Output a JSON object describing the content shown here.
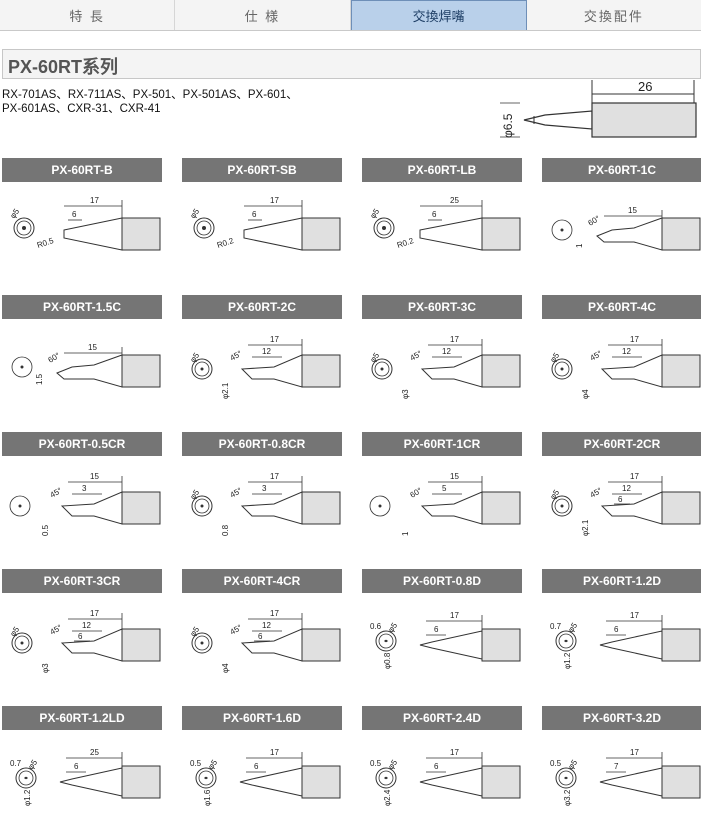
{
  "tabs": [
    {
      "label": "特 長",
      "active": false
    },
    {
      "label": "仕 様",
      "active": false
    },
    {
      "label": "交換焊嘴",
      "active": true
    },
    {
      "label": "交換配件",
      "active": false
    }
  ],
  "series_title": "PX-60RT系列",
  "compatible_models": "RX-701AS、RX-711AS、PX-501、PX-501AS、PX-601、PX-601AS、CXR-31、CXR-41",
  "main_diagram": {
    "length": "26",
    "diameter": "φ6.5"
  },
  "tips": [
    {
      "name": "PX-60RT-B",
      "type": "B",
      "dims": [
        "17",
        "6",
        "R0.5",
        "φ5"
      ]
    },
    {
      "name": "PX-60RT-SB",
      "type": "B",
      "dims": [
        "17",
        "6",
        "R0.2",
        "φ5"
      ]
    },
    {
      "name": "PX-60RT-LB",
      "type": "B",
      "dims": [
        "25",
        "6",
        "R0.2",
        "φ5"
      ]
    },
    {
      "name": "PX-60RT-1C",
      "type": "C",
      "dims": [
        "15",
        "60°",
        "1"
      ]
    },
    {
      "name": "PX-60RT-1.5C",
      "type": "C",
      "dims": [
        "15",
        "60°",
        "1.5"
      ]
    },
    {
      "name": "PX-60RT-2C",
      "type": "D",
      "dims": [
        "17",
        "12",
        "45°",
        "φ2.1",
        "φ5"
      ]
    },
    {
      "name": "PX-60RT-3C",
      "type": "D",
      "dims": [
        "17",
        "12",
        "45°",
        "φ3",
        "φ5"
      ]
    },
    {
      "name": "PX-60RT-4C",
      "type": "D",
      "dims": [
        "17",
        "12",
        "45°",
        "φ4",
        "φ5"
      ]
    },
    {
      "name": "PX-60RT-0.5CR",
      "type": "CR",
      "dims": [
        "15",
        "3",
        "45°",
        "0.5"
      ]
    },
    {
      "name": "PX-60RT-0.8CR",
      "type": "CR",
      "dims": [
        "17",
        "3",
        "45°",
        "0.8",
        "φ5"
      ]
    },
    {
      "name": "PX-60RT-1CR",
      "type": "CR",
      "dims": [
        "15",
        "5",
        "60°",
        "1"
      ]
    },
    {
      "name": "PX-60RT-2CR",
      "type": "CR",
      "dims": [
        "17",
        "12",
        "6",
        "45°",
        "φ2.1",
        "φ5"
      ]
    },
    {
      "name": "PX-60RT-3CR",
      "type": "CR",
      "dims": [
        "17",
        "12",
        "6",
        "45°",
        "φ3",
        "φ5"
      ]
    },
    {
      "name": "PX-60RT-4CR",
      "type": "CR",
      "dims": [
        "17",
        "12",
        "6",
        "45°",
        "φ4",
        "φ5"
      ]
    },
    {
      "name": "PX-60RT-0.8D",
      "type": "DD",
      "dims": [
        "17",
        "6",
        "0.6",
        "φ0.8",
        "φ5"
      ]
    },
    {
      "name": "PX-60RT-1.2D",
      "type": "DD",
      "dims": [
        "17",
        "6",
        "0.7",
        "φ1.2",
        "φ5"
      ]
    },
    {
      "name": "PX-60RT-1.2LD",
      "type": "DD",
      "dims": [
        "25",
        "6",
        "0.7",
        "φ1.2",
        "φ5"
      ]
    },
    {
      "name": "PX-60RT-1.6D",
      "type": "DD",
      "dims": [
        "17",
        "6",
        "0.5",
        "φ1.6",
        "φ5"
      ]
    },
    {
      "name": "PX-60RT-2.4D",
      "type": "DD",
      "dims": [
        "17",
        "6",
        "0.5",
        "φ2.4",
        "φ5"
      ]
    },
    {
      "name": "PX-60RT-3.2D",
      "type": "DD",
      "dims": [
        "17",
        "7",
        "0.5",
        "φ3.2",
        "φ5"
      ]
    }
  ]
}
